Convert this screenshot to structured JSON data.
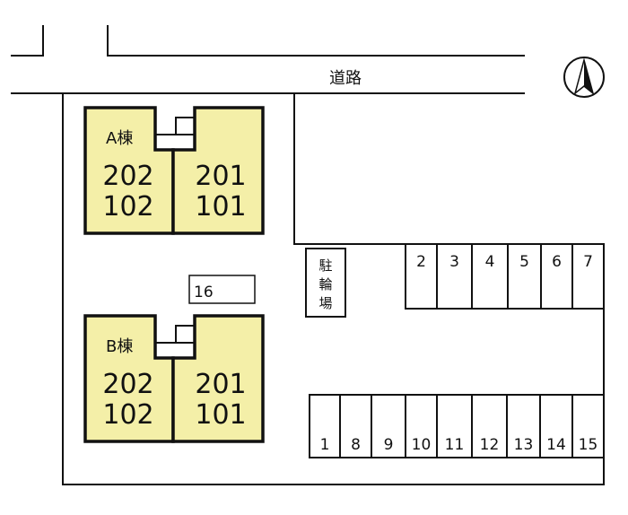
{
  "road": {
    "label": "道路"
  },
  "compass": {
    "icon": "north-arrow-icon"
  },
  "buildings": [
    {
      "name": "A棟",
      "units_left": [
        "202",
        "102"
      ],
      "units_right": [
        "201",
        "101"
      ]
    },
    {
      "name": "B棟",
      "units_left": [
        "202",
        "102"
      ],
      "units_right": [
        "201",
        "101"
      ]
    }
  ],
  "bike_parking": {
    "label": [
      "駐",
      "輪",
      "場"
    ]
  },
  "parking": {
    "top_row": [
      "2",
      "3",
      "4",
      "5",
      "6",
      "7"
    ],
    "bottom_row": [
      "1",
      "8",
      "9",
      "10",
      "11",
      "12",
      "13",
      "14",
      "15"
    ],
    "extra_space": "16"
  },
  "colors": {
    "building_fill": "#f4efa8",
    "line": "#111111"
  }
}
